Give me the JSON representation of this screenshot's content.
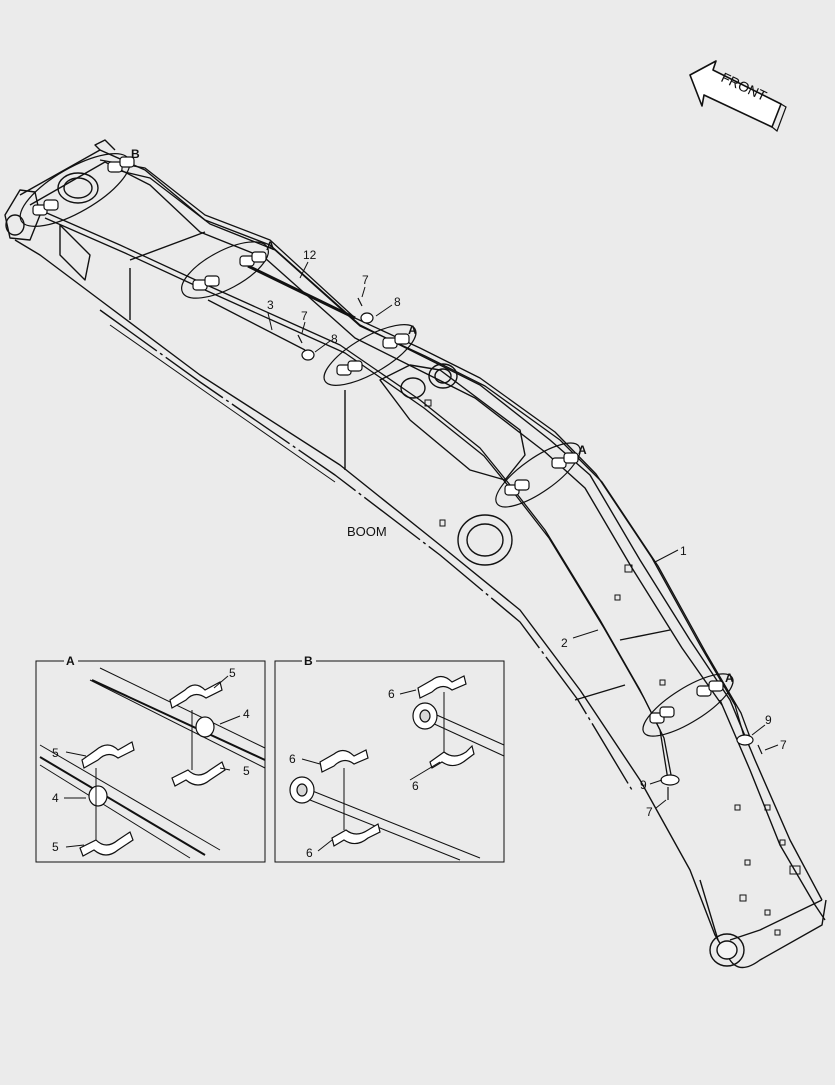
{
  "front_arrow": {
    "label": "FRONT"
  },
  "main_label": "BOOM",
  "callouts": {
    "c1": "1",
    "c2": "2",
    "c3": "3",
    "c7a": "7",
    "c7b": "7",
    "c7c": "7",
    "c7d": "7",
    "c8a": "8",
    "c8b": "8",
    "c9a": "9",
    "c9b": "9",
    "c12": "12",
    "secA1": "A",
    "secA2": "A",
    "secA3": "A",
    "secA4": "A",
    "secB": "B"
  },
  "detail_a": {
    "title": "A",
    "labels": {
      "p5a": "5",
      "p4a": "4",
      "p5b": "5",
      "p5c": "5",
      "p4b": "4",
      "p5d": "5"
    }
  },
  "detail_b": {
    "title": "B",
    "labels": {
      "p6a": "6",
      "p6b": "6",
      "p6c": "6",
      "p6d": "6"
    }
  }
}
